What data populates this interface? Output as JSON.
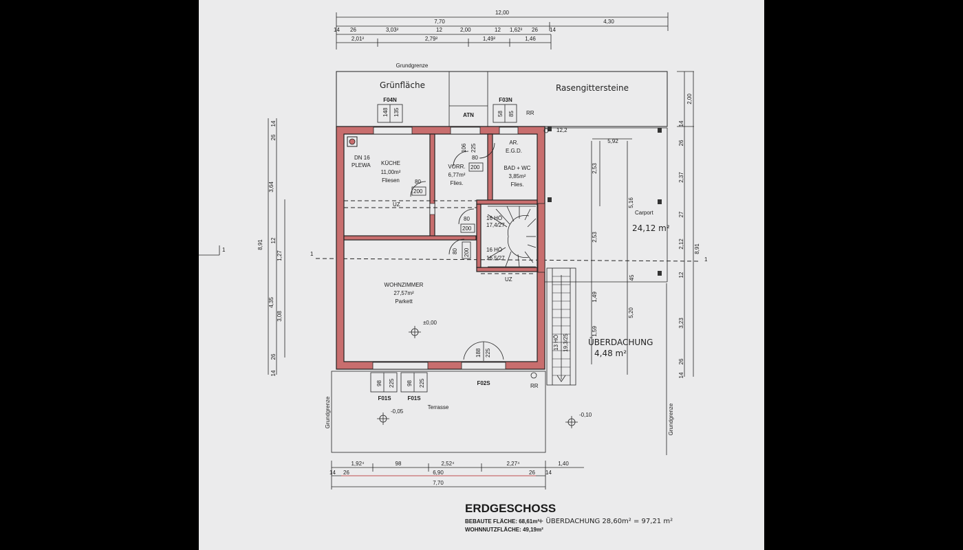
{
  "top_dims": {
    "total": "12,00",
    "house": "7,70",
    "carport": "4,30",
    "row1": [
      "14",
      "26",
      "3,03²",
      "12",
      "2,00",
      "12",
      "1,62²",
      "26",
      "14"
    ],
    "row2": [
      "2,01²",
      "2,79²",
      "1,49²",
      "1,46"
    ]
  },
  "left_dims": {
    "outer": "8,91",
    "seg_a": "3,64",
    "seg_b": "4,35",
    "seg_c": "3,08",
    "seg_d": "1,27",
    "small": [
      "14",
      "26",
      "12",
      "26",
      "14"
    ]
  },
  "right_dims": {
    "outer": "8,91",
    "top": "2,00",
    "carport": "5,16",
    "covered": "5,20",
    "segs": [
      "14",
      "26",
      "2,37",
      "27",
      "2,12",
      "12",
      "45",
      "3,23",
      "26",
      "14"
    ],
    "inner": [
      "2,53",
      "2,53",
      "1,49",
      "1,59"
    ],
    "carport_width": "5,92"
  },
  "bottom_dims": {
    "row1": [
      "1,92⁴",
      "98",
      "2,52⁴",
      "2,27⁴",
      "1,40"
    ],
    "row2": [
      "14",
      "26",
      "6,90",
      "26",
      "14"
    ],
    "total": "7,70"
  },
  "labels": {
    "grundgrenze": "Grundgrenze",
    "gruenflaeche": "Grünfläche",
    "rasengitter": "Rasengittersteine",
    "kitchen_vent": "DN 16",
    "kitchen_vent2": "PLEWA",
    "kitchen": "KÜCHE",
    "kitchen_area": "11,00m²",
    "kitchen_floor": "Fliesen",
    "hall": "VORR.",
    "hall_area": "6,77m²",
    "hall_floor": "Flies.",
    "storage": "AR.",
    "storage2": "E.G.D.",
    "bath": "BAD + WC",
    "bath_area": "3,85m²",
    "bath_floor": "Flies.",
    "living": "WOHNZIMMER",
    "living_area": "27,57m²",
    "living_floor": "Parkett",
    "level_zero": "±0,00",
    "carport": "Carport",
    "carport_area": "24,12 m²",
    "terrace": "Terrasse",
    "terrace_level": "-0,05",
    "outside_level": "-0,10",
    "covered": "ÜBERDACHUNG",
    "covered_area": "4,48 m²",
    "uz": "UZ",
    "rr": "RR",
    "stair1": "16 HÖ",
    "stair1b": "17,4/27",
    "stair2": "16 HÖ",
    "stair2b": "16,5/27",
    "stair3": "13 HÖ",
    "stair3b": "19,3/25",
    "section": "1",
    "w_kitchen": "F04N",
    "w_atn": "ATN",
    "w_bath": "F03N",
    "w_f01": "F01S",
    "w_f01b": "F01S",
    "w_f02": "F02S",
    "w_148": "148",
    "w_135": "135",
    "w_58": "58",
    "w_85": "85",
    "w_106": "106",
    "w_225": "225",
    "w_98": "98",
    "w_98b": "98",
    "w_225b": "225",
    "w_225c": "225",
    "w_188": "188",
    "w_225d": "225",
    "d80a": "80",
    "d200a": "200",
    "d80b": "80",
    "d200b": "200",
    "d80c": "80",
    "d200c": "200",
    "d80d": "80",
    "d200d": "200",
    "carport_hand": "5,92",
    "lilypad": "12,2"
  },
  "title": "ERDGESCHOSS",
  "footer": {
    "line1": "BEBAUTE FLÄCHE: 68,61m²",
    "line1_hand": "+ ÜBERDACHUNG 28,60m²  = 97,21 m²",
    "line2": "WOHNNUTZFLÄCHE: 49,19m²"
  }
}
